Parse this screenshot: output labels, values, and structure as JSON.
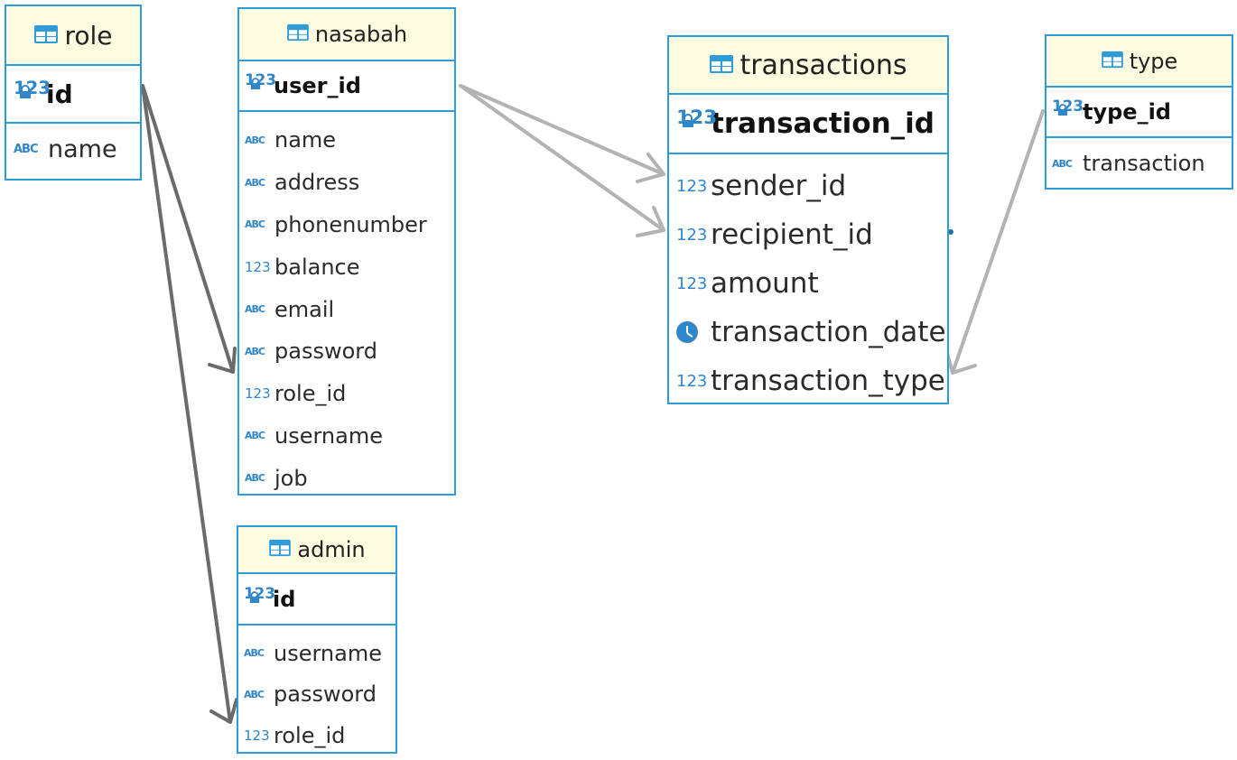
{
  "entities": {
    "role": {
      "name": "role",
      "pk": {
        "name": "id",
        "type": "123"
      },
      "attributes": [
        {
          "name": "name",
          "type": "ABC"
        }
      ]
    },
    "nasabah": {
      "name": "nasabah",
      "pk": {
        "name": "user_id",
        "type": "123"
      },
      "attributes": [
        {
          "name": "name",
          "type": "ABC"
        },
        {
          "name": "address",
          "type": "ABC"
        },
        {
          "name": "phonenumber",
          "type": "ABC"
        },
        {
          "name": "balance",
          "type": "123"
        },
        {
          "name": "email",
          "type": "ABC"
        },
        {
          "name": "password",
          "type": "ABC"
        },
        {
          "name": "role_id",
          "type": "123"
        },
        {
          "name": "username",
          "type": "ABC"
        },
        {
          "name": "job",
          "type": "ABC"
        }
      ]
    },
    "admin": {
      "name": "admin",
      "pk": {
        "name": "id",
        "type": "123"
      },
      "attributes": [
        {
          "name": "username",
          "type": "ABC"
        },
        {
          "name": "password",
          "type": "ABC"
        },
        {
          "name": "role_id",
          "type": "123"
        }
      ]
    },
    "transactions": {
      "name": "transactions",
      "pk": {
        "name": "transaction_id",
        "type": "123"
      },
      "attributes": [
        {
          "name": "sender_id",
          "type": "123"
        },
        {
          "name": "recipient_id",
          "type": "123"
        },
        {
          "name": "amount",
          "type": "123"
        },
        {
          "name": "transaction_date",
          "type": "datetime"
        },
        {
          "name": "transaction_type",
          "type": "123"
        }
      ]
    },
    "type": {
      "name": "type",
      "pk": {
        "name": "type_id",
        "type": "123"
      },
      "attributes": [
        {
          "name": "transaction",
          "type": "ABC"
        }
      ]
    }
  },
  "icon_labels": {
    "numeric": "123",
    "text": "ABC"
  },
  "colors": {
    "border": "#2f9bd7",
    "header_bg": "#fdfce0",
    "type_icon": "#2f86c9",
    "relation_dark": "#6b6b6b",
    "relation_light": "#b3b3b3"
  },
  "relationships": [
    {
      "from": "role.id",
      "to": "nasabah.role_id",
      "color": "dark"
    },
    {
      "from": "role.id",
      "to": "admin.role_id",
      "color": "dark"
    },
    {
      "from": "nasabah.user_id",
      "to": "transactions.sender_id",
      "color": "light"
    },
    {
      "from": "nasabah.user_id",
      "to": "transactions.recipient_id",
      "color": "light"
    },
    {
      "from": "type.type_id",
      "to": "transactions.transaction_type",
      "color": "light"
    }
  ]
}
